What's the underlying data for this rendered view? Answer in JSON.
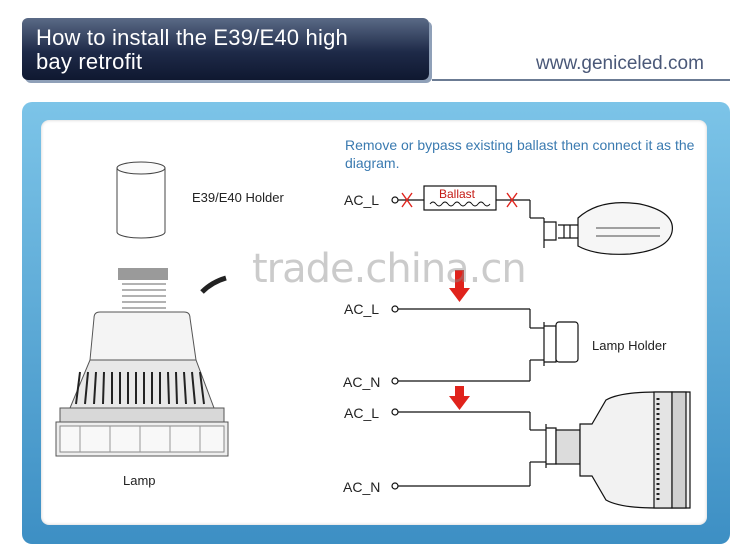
{
  "header": {
    "title": "How to install the E39/E40 high\nbay retrofit",
    "website": "www.geniceled.com"
  },
  "diagram": {
    "instruction": "Remove or bypass existing ballast then connect it as the diagram.",
    "holder_label": "E39/E40 Holder",
    "lamp_label": "Lamp",
    "ballast_label": "Ballast",
    "lamp_holder_label": "Lamp Holder",
    "terminals": {
      "top_l": "AC_L",
      "mid_l": "AC_L",
      "mid_n": "AC_N",
      "bot_l": "AC_L",
      "bot_n": "AC_N"
    }
  },
  "watermark": "trade.china.cn",
  "colors": {
    "accent": "#3a7ab0",
    "arrow": "#e0231c",
    "cut_mark": "#e0231c",
    "panel": "#5aa8d8"
  }
}
